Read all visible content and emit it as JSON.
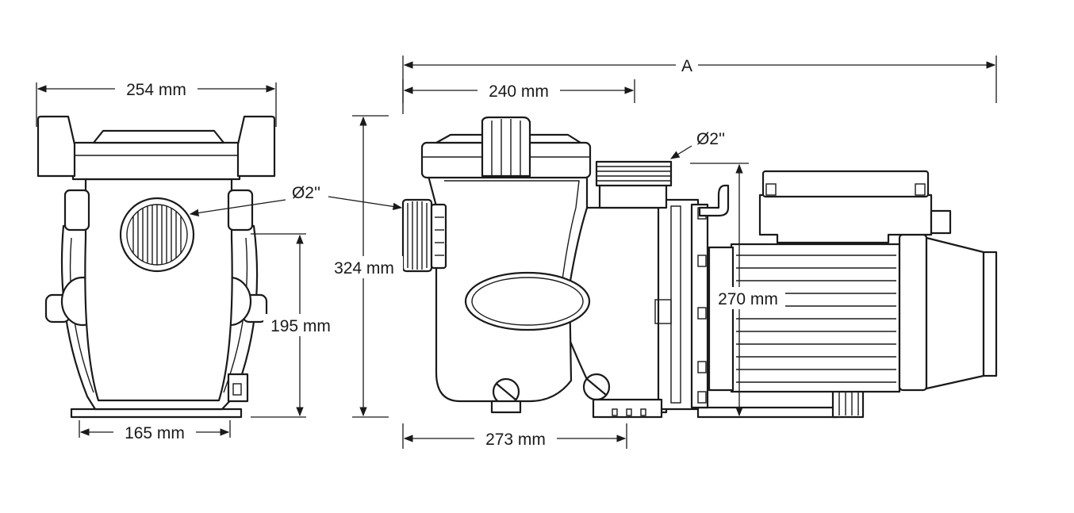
{
  "dimensions": {
    "front_width": "254 mm",
    "front_base_width": "165 mm",
    "front_axis_height": "195 mm",
    "front_inlet": "Ø2''",
    "side_overall_length": "A",
    "side_strainer_length": "240 mm",
    "side_base_length": "273 mm",
    "side_total_height": "324 mm",
    "side_outlet_height": "270 mm",
    "side_outlet": "Ø2''"
  },
  "colors": {
    "line": "#1a1a1a",
    "background": "#ffffff"
  }
}
